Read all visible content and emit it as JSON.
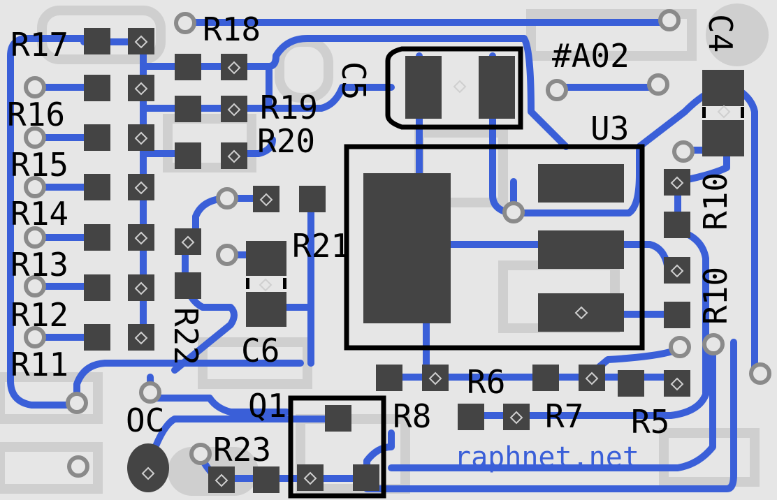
{
  "board": {
    "colors": {
      "background": "#e6e6e6",
      "backside_silk": "#cfcfcf",
      "trace": "#3a5fd8",
      "pad": "#444444",
      "via_ring": "#8a8a8a",
      "silkscreen": "#000000"
    },
    "designators": {
      "r17": "R17",
      "r18": "R18",
      "r16": "R16",
      "r19": "R19",
      "r20": "R20",
      "r15": "R15",
      "r14": "R14",
      "r13": "R13",
      "r12": "R12",
      "r11": "R11",
      "r21": "R21",
      "r22": "R22",
      "c5": "C5",
      "c6": "C6",
      "c4": "C4",
      "u3": "U3",
      "r10a": "R10",
      "r10b": "R10",
      "r6": "R6",
      "r8": "R8",
      "r7": "R7",
      "r5": "R5",
      "q1": "Q1",
      "r23": "R23",
      "oc": "OC",
      "rev": "#A02"
    },
    "copper_text": "raphnet.net",
    "icons": [
      "via-icon",
      "pad-icon",
      "pin1-marker-icon"
    ]
  }
}
